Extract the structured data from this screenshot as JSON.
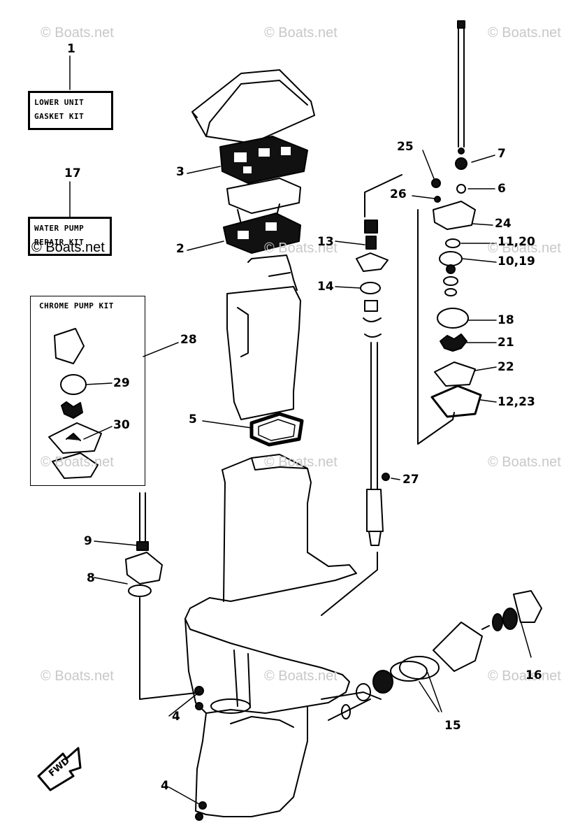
{
  "watermark": "© Boats.net",
  "watermark_overlay": "© Boats.net",
  "kits": {
    "lower_unit": {
      "line1": "LOWER UNIT",
      "line2": "GASKET KIT"
    },
    "water_pump": {
      "line1": "WATER PUMP",
      "line2": "REPAIR KIT"
    },
    "chrome_pump": {
      "title": "CHROME PUMP KIT"
    }
  },
  "fwd": "FWD",
  "callouts": {
    "c1": "1",
    "c2": "2",
    "c3": "3",
    "c4a": "4",
    "c4b": "4",
    "c5": "5",
    "c6": "6",
    "c7": "7",
    "c8": "8",
    "c9": "9",
    "c10_19": "10,19",
    "c11_20": "11,20",
    "c12_23": "12,23",
    "c13": "13",
    "c14": "14",
    "c15": "15",
    "c16": "16",
    "c17": "17",
    "c18": "18",
    "c21": "21",
    "c22": "22",
    "c24": "24",
    "c25": "25",
    "c26": "26",
    "c27": "27",
    "c28": "28",
    "c29": "29",
    "c30": "30"
  }
}
